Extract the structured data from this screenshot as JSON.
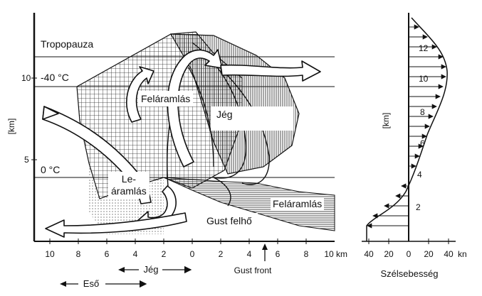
{
  "left_chart": {
    "labels": {
      "tropopause": "Tropopauza",
      "minus40": "-40 °C",
      "zero": "0 °C",
      "updraft_main": "Feláramlás",
      "ice_upper": "Jég",
      "downdraft_line1": "Le-",
      "downdraft_line2": "áramlás",
      "updraft_low": "Feláramlás",
      "gust_cloud": "Gust felhő"
    },
    "y_axis": {
      "unit": "[km]",
      "ticks": [
        "10",
        "5"
      ]
    },
    "x_axis": {
      "ticks": [
        "10",
        "8",
        "6",
        "4",
        "2",
        "0",
        "2",
        "4",
        "6",
        "8",
        "10"
      ],
      "unit": "km"
    },
    "bottom_labels": {
      "ice": "Jég",
      "rain": "Eső",
      "gust_front": "Gust front"
    }
  },
  "right_chart": {
    "y_axis": {
      "unit": "[km]",
      "ticks": [
        "12",
        "10",
        "8",
        "6",
        "4",
        "2"
      ]
    },
    "x_axis": {
      "ticks": [
        "40",
        "20",
        "0",
        "20",
        "40"
      ],
      "unit": "kn"
    },
    "title": "Szélsebesség"
  }
}
